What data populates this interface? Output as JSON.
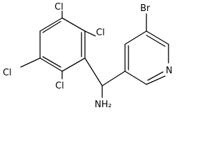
{
  "molecule": {
    "atoms": {
      "cl_top": "Cl",
      "cl_right": "Cl",
      "cl_left": "Cl",
      "cl_bottom": "Cl",
      "br": "Br",
      "n_ring": "N",
      "amine": "NH₂"
    },
    "colors": {
      "bond": "#000000",
      "label": "#000000",
      "background": "#ffffff"
    }
  }
}
